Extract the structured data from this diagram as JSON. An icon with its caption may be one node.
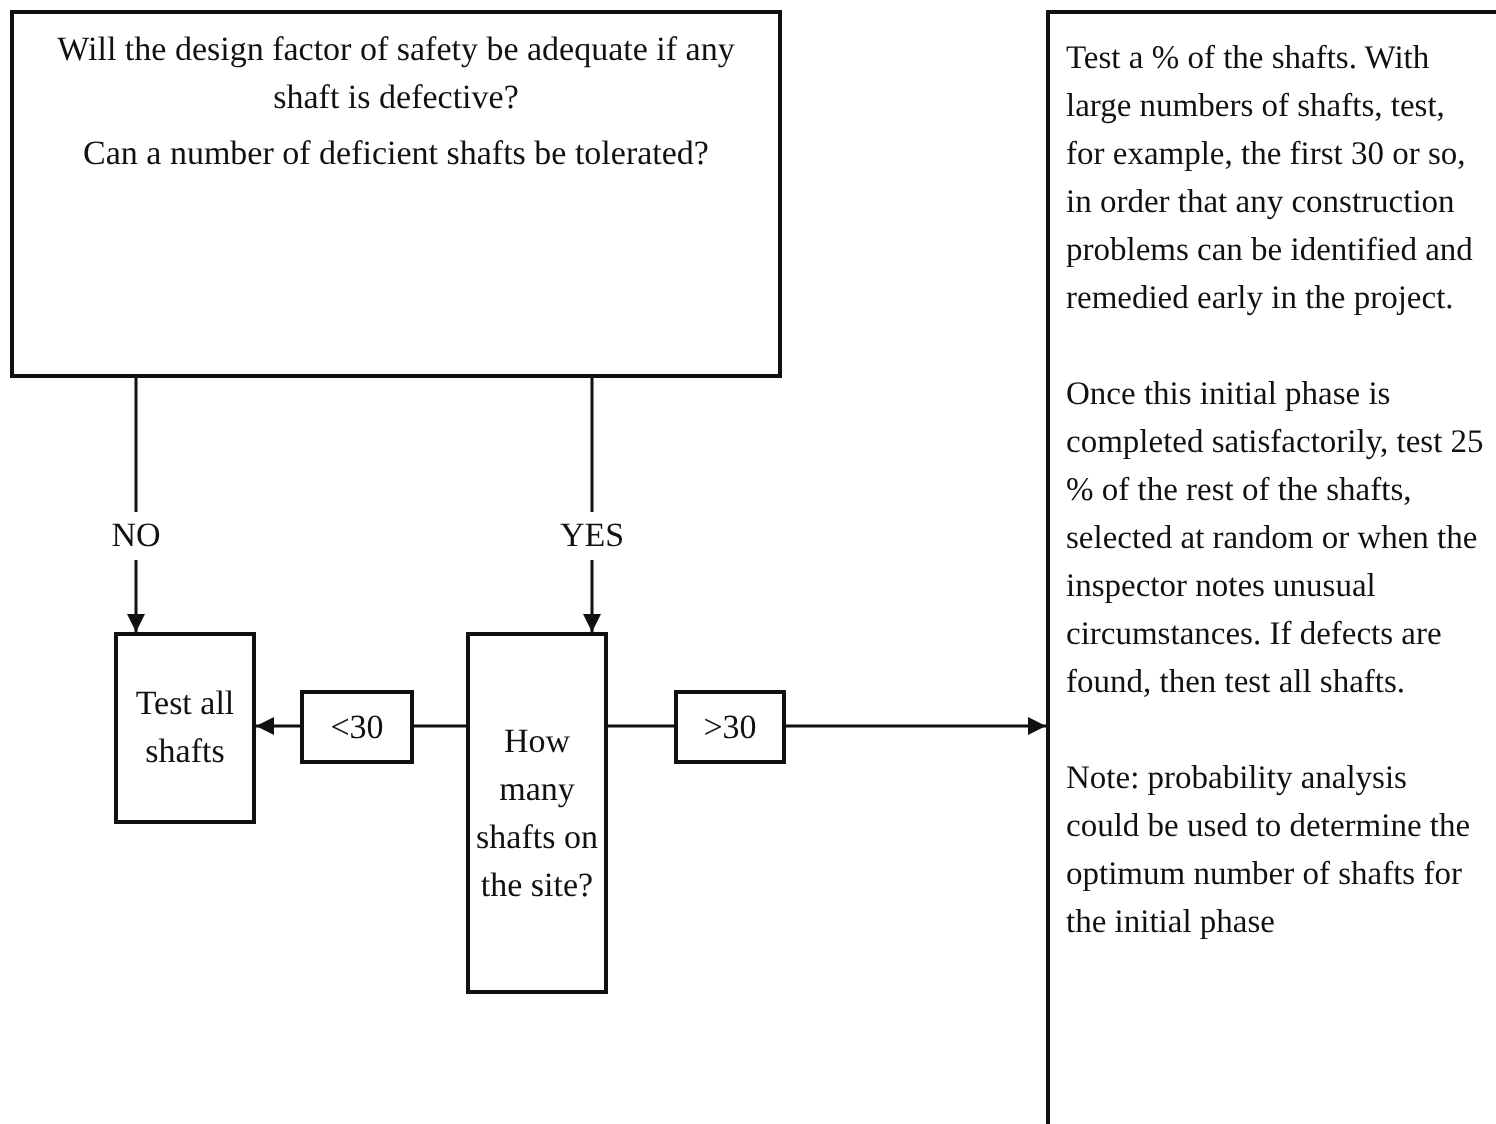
{
  "diagram": {
    "nodes": [
      {
        "text": [
          "Will the design factor of safety be adequate if any shaft is defective?",
          "Can a number of deficient shafts be tolerated?"
        ]
      },
      {
        "text": [
          "Test all shafts"
        ]
      },
      {
        "text": [
          "How many shafts on the site?"
        ]
      },
      {
        "text": [
          "<30"
        ]
      },
      {
        "text": [
          ">30"
        ]
      },
      {
        "text": [
          "Test a % of the shafts. With large numbers of shafts, test, for example, the first 30 or so, in order that any construction problems can be identified and remedied early in the project.",
          "Once this initial phase is completed satisfactorily, test 25 % of the rest of the shafts, selected at random or when the inspector notes unusual circumstances. If defects are found, then test all shafts.",
          "Note: probability analysis could be used to determine the optimum number of shafts for the initial phase"
        ]
      }
    ],
    "edges": [
      {
        "from": 0,
        "to": 1,
        "arrow": "to",
        "label": "NO"
      },
      {
        "from": 0,
        "to": 2,
        "arrow": "to",
        "label": "YES"
      },
      {
        "from": 2,
        "to": 3,
        "arrow": "none"
      },
      {
        "from": 3,
        "to": 1,
        "arrow": "to"
      },
      {
        "from": 2,
        "to": 4,
        "arrow": "none"
      },
      {
        "from": 4,
        "to": 5,
        "arrow": "to"
      }
    ]
  }
}
